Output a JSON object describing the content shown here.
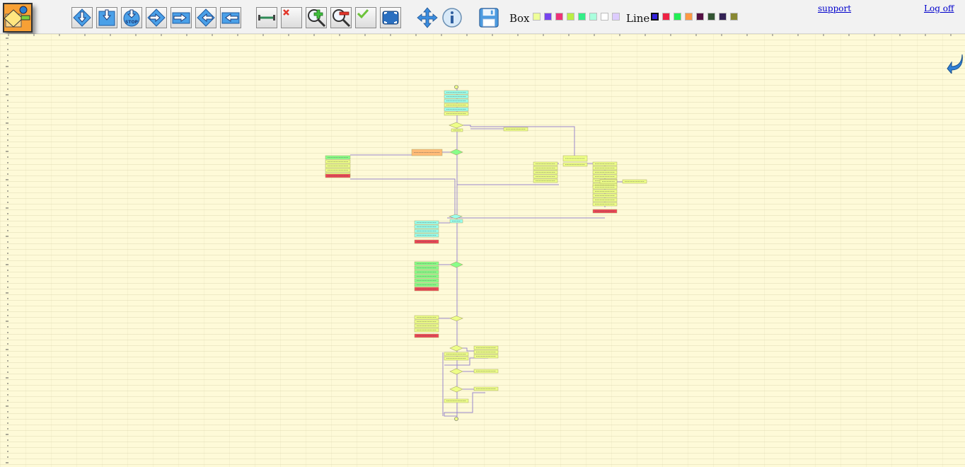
{
  "toolbar": {
    "box_label": "Box",
    "line_label": "Line",
    "support_link": "support",
    "logoff_link": "Log off",
    "buttons": [
      {
        "name": "add-process-down-button",
        "icon": "diamond-down-arrow-icon"
      },
      {
        "name": "add-step-down-button",
        "icon": "box-down-arrow-icon"
      },
      {
        "name": "add-stop-button",
        "icon": "stop-circle-icon",
        "text": "STOP"
      },
      {
        "name": "add-decision-right-button",
        "icon": "diamond-right-arrow-icon"
      },
      {
        "name": "add-step-right-button",
        "icon": "box-right-arrow-icon"
      },
      {
        "name": "add-decision-left-button",
        "icon": "diamond-left-arrow-icon"
      },
      {
        "name": "add-step-left-button",
        "icon": "box-left-arrow-icon"
      },
      {
        "name": "connect-button",
        "icon": "connector-line-icon"
      },
      {
        "name": "delete-button",
        "icon": "delete-x-icon"
      },
      {
        "name": "zoom-in-button",
        "icon": "zoom-in-icon"
      },
      {
        "name": "zoom-out-button",
        "icon": "zoom-out-icon"
      },
      {
        "name": "approve-button",
        "icon": "checkmark-icon"
      },
      {
        "name": "fit-screen-button",
        "icon": "fit-screen-icon"
      },
      {
        "name": "move-button",
        "icon": "move-arrows-icon"
      },
      {
        "name": "info-button",
        "icon": "info-icon"
      },
      {
        "name": "save-button",
        "icon": "floppy-disk-icon"
      }
    ],
    "box_colors": [
      "#eeff99",
      "#7744ee",
      "#ee3377",
      "#bbee44",
      "#33ee88",
      "#aaffdd",
      "#ffffff",
      "#ddccff"
    ],
    "line_colors": [
      "#3322dd",
      "#ee2244",
      "#22ee55",
      "#ff9944",
      "#551144",
      "#335533",
      "#332255",
      "#888833"
    ]
  },
  "canvas": {
    "background": "#fefad8",
    "node_color_yellow": "#eeff88",
    "node_color_cyan": "#99ffee",
    "node_color_green": "#88ff88",
    "node_color_red": "#ee4455",
    "node_color_orange": "#ffbb77",
    "line_color": "#9988cc"
  }
}
